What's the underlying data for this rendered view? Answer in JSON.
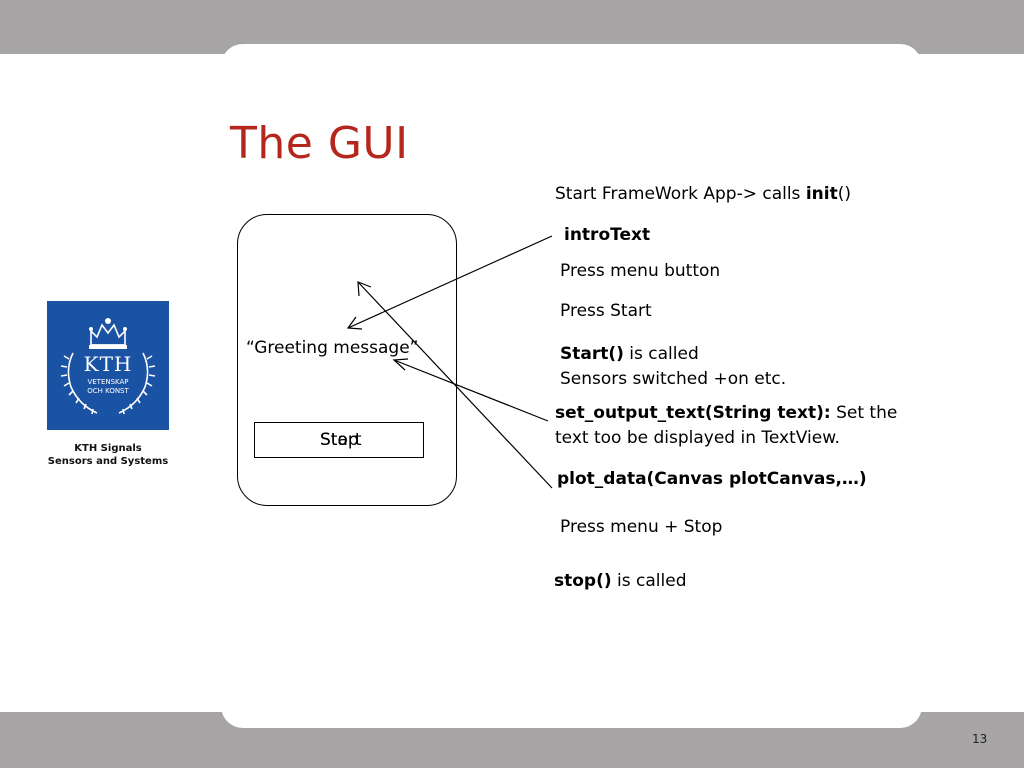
{
  "slide": {
    "title": "The GUI",
    "page_number": "13"
  },
  "logo": {
    "text_main": "KTH",
    "text_line1": "VETENSKAP",
    "text_line2": "OCH KONST",
    "caption_line1": "KTH Signals",
    "caption_line2": "Sensors and Systems",
    "colors": {
      "background": "#1b53a4",
      "foreground": "#ffffff"
    }
  },
  "phone": {
    "greeting": "“Greeting message”",
    "button_label_a": "Start",
    "button_label_b": "Stop"
  },
  "notes": {
    "line1_prefix": "Start FrameWork App-> calls ",
    "line1_bold": "init",
    "line1_suffix": "()",
    "intro_text": "introText",
    "press_menu": "Press menu button",
    "press_start": "Press Start",
    "start_bold": "Start()",
    "start_rest": " is called",
    "sensors": "Sensors switched +on etc.",
    "set_output_bold": "set_output_text(String text):",
    "set_output_rest": " Set the",
    "set_output_line2": "text too be displayed in TextView.",
    "plot_data": "plot_data(Canvas plotCanvas,…)",
    "press_menu_stop": "Press menu + Stop",
    "stop_bold": "stop()",
    "stop_rest": " is called"
  },
  "colors": {
    "title": "#b5261d",
    "frame": "#a7a5a6"
  }
}
